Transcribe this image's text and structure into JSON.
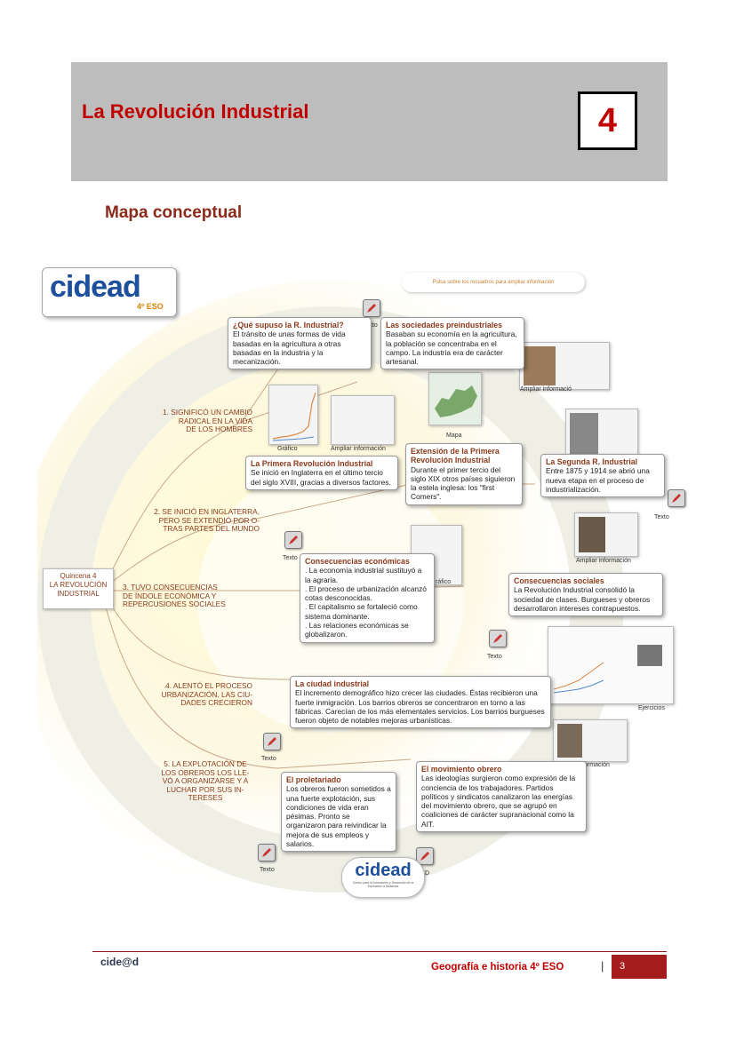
{
  "header": {
    "title": "La Revolución Industrial",
    "chapter": "4"
  },
  "subtitle": "Mapa conceptual",
  "map": {
    "logo": "cidead",
    "logo_grade": "4º ESO",
    "instruction": "Pulsa sobre los recuadros para ampliar información",
    "root": "Quincena 4\nLA REVOLUCIÓN\nINDUSTRIAL",
    "branches": [
      "1. SIGNIFICÓ UN CAMBIO\nRADICAL EN LA VIDA\nDE LOS HOMBRES",
      "2. SE INICIÓ EN INGLATERRA,\nPERO SE EXTENDIÓ POR O-\nTRAS PARTES DEL MUNDO",
      "3. TUVO CONSECUENCIAS\nDE ÍNDOLE ECONÓMICA Y\nREPERCUSIONES SOCIALES",
      "4. ALENTÓ EL PROCESO\nURBANIZACIÓN, LAS CIU-\nDADES CRECIERON",
      "5. LA EXPLOTACIÓN DE\nLOS OBREROS LOS LLE-\nVÓ A ORGANIZARSE Y A\nLUCHAR POR SUS IN-\nTERESES"
    ],
    "boxes": {
      "que_supuso": {
        "title": "¿Qué supuso la R. Industrial?",
        "body": "El tránsito de unas formas de vida basadas en la agricultura a otras basadas en la industria y la mecanización."
      },
      "sociedades": {
        "title": "Las sociedades preindustriales",
        "body": "Basaban su economía en la agricultura, la población se concentraba en el campo. La industria era de carácter artesanal."
      },
      "primera": {
        "title": "La Primera Revolución Industrial",
        "body": "Se inició en Inglaterra en el último tercio del siglo XVIII, gracias a diversos factores."
      },
      "extension": {
        "title": "Extensión de la Primera Revolución Industrial",
        "body": "Durante el primer tercio del siglo XIX otros países siguieron la estela inglesa: los \"first Comers\"."
      },
      "segunda": {
        "title": "La Segunda R. Industrial",
        "body": "Entre 1875 y 1914 se abrió una nueva etapa en el proceso de industrialización."
      },
      "economicas": {
        "title": "Consecuencias económicas",
        "items": [
          ". La economía industrial sustituyó a la agraria.",
          ". El proceso de urbanización alcanzó cotas desconocidas.",
          ". El capitalismo se fortaleció como sistema dominante.",
          ". Las relaciones económicas se globalizaron."
        ]
      },
      "sociales": {
        "title": "Consecuencias sociales",
        "body": "La Revolución Industrial consolidó la sociedad de clases. Burgueses y obreros desarrollaron intereses contrapuestos."
      },
      "ciudad": {
        "title": "La ciudad industrial",
        "body": "El incremento demográfico hizo crecer las ciudades. Éstas recibieron una fuerte inmigración. Los barrios obreros se concentraron en torno a las fábricas. Carecían de los más elementales servicios. Los barrios burgueses fueron objeto de notables mejoras urbanísticas."
      },
      "proletariado": {
        "title": "El proletariado",
        "body": "Los obreros fueron sometidos a una fuerte explotación, sus condiciones de vida eran pésimas. Pronto se organizaron para reivindicar la mejora de sus empleos y salarios."
      },
      "movimiento": {
        "title": "El movimiento obrero",
        "body": "Las ideologías surgieron como expresión de la conciencia de los trabajadores. Partidos políticos y sindicatos canalizaron las energías del movimiento obrero, que se agrupó en coaliciones de carácter supranacional como la AIT."
      }
    },
    "captions": {
      "texto": "Texto",
      "ampliar": "Ampliar información",
      "grafico": "Gráfico",
      "mapa": "Mapa",
      "ejercicios": "Ejercicios",
      "grafico_partial": "ráfico",
      "ampliar_partial": "Ampliar informació",
      "d_partial": "D"
    },
    "bottom_logo": "cidead",
    "bottom_logo_sub": "Centro para la Innovación y Desarrollo de la Educación a Distancia"
  },
  "footer": {
    "logo": "cide@d",
    "text": "Geografía e historia 4º ESO",
    "sep": "|",
    "page": "3"
  },
  "colors": {
    "accent": "#c00000",
    "brown": "#8b3a1a",
    "header_bg": "#bdbdbd",
    "footer_page_bg": "#a51c1c"
  }
}
